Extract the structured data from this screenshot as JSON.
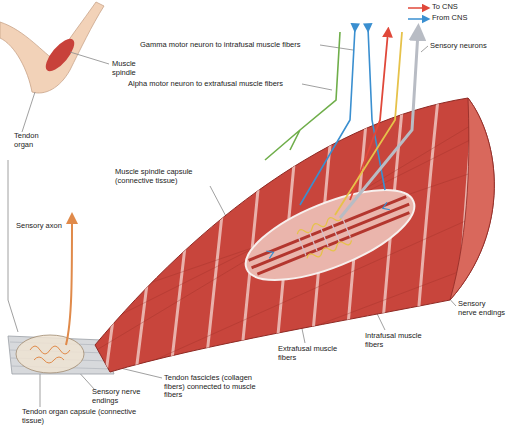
{
  "diagram": {
    "labels": [
      "Muscle spindle",
      "Tendon organ",
      "Gamma motor neuron to intrafusal muscle fibers",
      "Sensory neurons",
      "Alpha motor neuron to extrafusal muscle fibers",
      "Muscle spindle capsule (connective tissue)",
      "Sensory axon",
      "Sensory nerve endings",
      "Intrafusal muscle fibers",
      "Extrafusal muscle fibers",
      "Tendon fascicles (collagen fibers) connected to muscle fibers",
      "Sensory nerve endings",
      "Tendon organ capsule (connective tissue)"
    ],
    "legend": [
      {
        "text": "To CNS"
      },
      {
        "text": "From CNS"
      }
    ]
  }
}
